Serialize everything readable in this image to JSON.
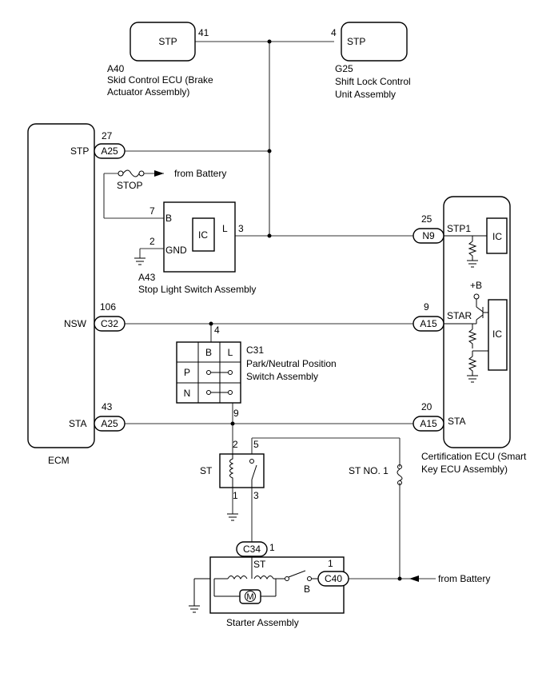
{
  "components": {
    "a40": {
      "code": "A40",
      "name_line1": "Skid Control ECU (Brake",
      "name_line2": "Actuator Assembly)",
      "terminal": "STP",
      "pin": "41"
    },
    "g25": {
      "code": "G25",
      "name_line1": "Shift Lock Control",
      "name_line2": "Unit Assembly",
      "terminal": "STP",
      "pin": "4"
    },
    "ecm": {
      "name": "ECM",
      "stp": "STP",
      "stp_pin": "27",
      "stp_conn": "A25",
      "nsw": "NSW",
      "nsw_pin": "106",
      "nsw_conn": "C32",
      "sta": "STA",
      "sta_pin": "43",
      "sta_conn": "A25"
    },
    "stop_fuse": {
      "label": "STOP",
      "source": "from Battery"
    },
    "a43": {
      "code": "A43",
      "name": "Stop Light Switch Assembly",
      "b": "B",
      "b_pin": "7",
      "gnd": "GND",
      "gnd_pin": "2",
      "ic": "IC",
      "l": "L",
      "l_pin": "3"
    },
    "cert_ecu": {
      "name_line1": "Certification ECU (Smart",
      "name_line2": "Key ECU Assembly)",
      "stp1": "STP1",
      "stp1_pin": "25",
      "stp1_conn": "N9",
      "ic1": "IC",
      "plus_b": "+B",
      "star": "STAR",
      "star_pin": "9",
      "star_conn": "A15",
      "ic2": "IC",
      "sta": "STA",
      "sta_pin": "20",
      "sta_conn": "A15"
    },
    "c31": {
      "code": "C31",
      "name_line1": "Park/Neutral Position",
      "name_line2": "Switch Assembly",
      "col_b": "B",
      "col_l": "L",
      "row_p": "P",
      "row_n": "N",
      "top_pin": "4",
      "bottom_pin": "9"
    },
    "st_relay": {
      "label": "ST",
      "pin2": "2",
      "pin5": "5",
      "pin1": "1",
      "pin3": "3"
    },
    "st_fuse": {
      "label": "ST NO. 1"
    },
    "starter": {
      "name": "Starter Assembly",
      "st": "ST",
      "b": "B",
      "c34": "C34",
      "c34_pin": "1",
      "c40": "C40",
      "c40_pin": "1",
      "source": "from Battery",
      "motor": "M"
    }
  }
}
